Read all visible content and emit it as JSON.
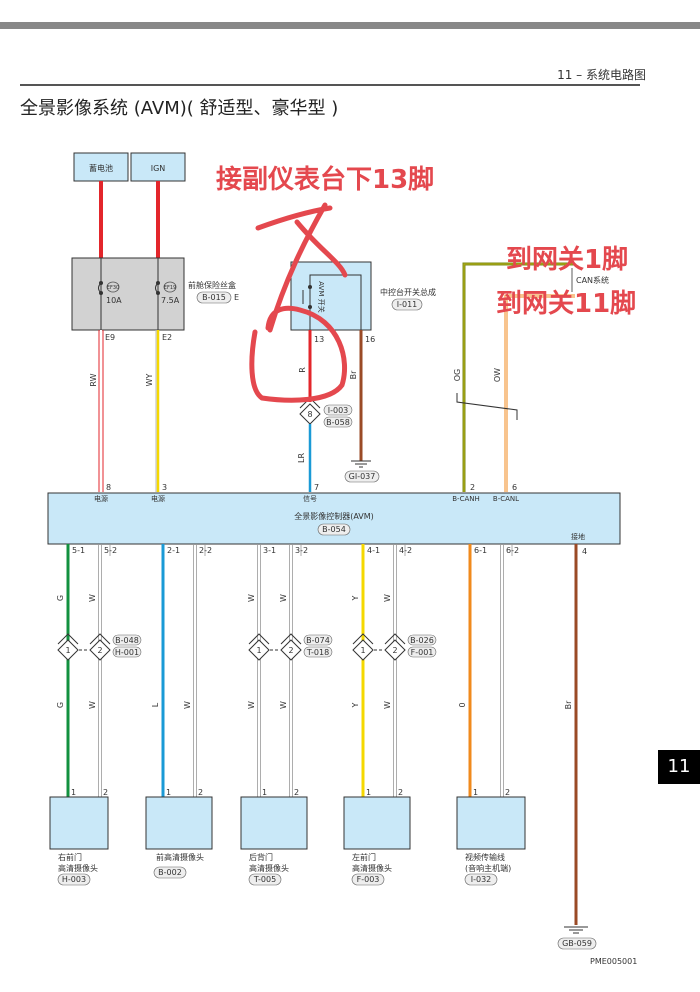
{
  "header": {
    "chapter": "11 – 系统电路图",
    "title": "全景影像系统 (AVM)( 舒适型、豪华型 )",
    "page_tab": "11",
    "doc_id": "PME005001"
  },
  "power": {
    "battery": "蓄电池",
    "ign": "IGN",
    "fuse_box": {
      "name": "前舱保险丝盒",
      "connector": "B-015",
      "suffix": "E"
    },
    "fuses": [
      {
        "id": "EF30",
        "rating": "10A",
        "pin": "E9",
        "wire": "RW",
        "ecu_pin": "8",
        "ecu_label": "电源"
      },
      {
        "id": "EF19",
        "rating": "7.5A",
        "pin": "E2",
        "wire": "WY",
        "ecu_pin": "3",
        "ecu_label": "电源"
      }
    ]
  },
  "switch": {
    "name": "中控台开关总成",
    "connector": "I-011",
    "inner_label": "AVM 开关",
    "pin_signal": "13",
    "pin_ground": "16",
    "wire_signal": "R",
    "wire_ground": "Br",
    "splice_num": "8",
    "splice_connectors": [
      "I-003",
      "B-058"
    ],
    "wire_after": "LR",
    "ecu_pin": "7",
    "ecu_label": "信号",
    "ground": "GI-037"
  },
  "can": {
    "system": "CAN系统",
    "wires": [
      {
        "color": "OG",
        "ecu_pin": "2",
        "label": "B-CANH"
      },
      {
        "color": "OW",
        "ecu_pin": "6",
        "label": "B-CANL"
      }
    ]
  },
  "ecu": {
    "name": "全景影像控制器(AVM)",
    "connector": "B-054",
    "ground_label": "接地",
    "ground_pin": "4",
    "ground_wire": "Br",
    "ground_conn": "GB-059"
  },
  "channels": [
    {
      "pins": [
        "5-1",
        "5-2"
      ],
      "wires_top": [
        "G",
        "W"
      ],
      "wires_bottom": [
        "G",
        "W"
      ],
      "splice": [
        "B-048",
        "H-001"
      ],
      "camera": [
        "右前门",
        "高清摄像头"
      ],
      "conn": "H-003"
    },
    {
      "pins": [
        "2-1",
        "2-2"
      ],
      "wires_top": [
        "",
        ""
      ],
      "wires_bottom": [
        "L",
        "W"
      ],
      "splice": null,
      "camera": [
        "前高清摄像头"
      ],
      "conn": "B-002"
    },
    {
      "pins": [
        "3-1",
        "3-2"
      ],
      "wires_top": [
        "W",
        "W"
      ],
      "wires_bottom": [
        "W",
        "W"
      ],
      "splice": [
        "B-074",
        "T-018"
      ],
      "camera": [
        "后背门",
        "高清摄像头"
      ],
      "conn": "T-005"
    },
    {
      "pins": [
        "4-1",
        "4-2"
      ],
      "wires_top": [
        "Y",
        "W"
      ],
      "wires_bottom": [
        "Y",
        "W"
      ],
      "splice": [
        "B-026",
        "F-001"
      ],
      "camera": [
        "左前门",
        "高清摄像头"
      ],
      "conn": "F-003"
    },
    {
      "pins": [
        "6-1",
        "6-2"
      ],
      "wires_top": [
        "",
        ""
      ],
      "wires_bottom": [
        "0",
        ""
      ],
      "splice": null,
      "camera": [
        "视频传输线",
        "(音响主机端)"
      ],
      "conn": "I-032"
    }
  ],
  "camera_pins": [
    "1",
    "2"
  ],
  "splice_nums": [
    "1",
    "2"
  ],
  "annotations": {
    "main": "接副仪表台下13脚",
    "can1": "到网关1脚",
    "can2": "到网关11脚"
  },
  "colors": {
    "red": "#e3262b",
    "yellow": "#f5d800",
    "blue": "#1a9ad6",
    "green": "#12913f",
    "orange": "#f08a1c",
    "brown": "#9a4a26",
    "olive": "#7a8a1a",
    "box_fill": "#c9e8f8",
    "fuse_fill": "#d2d2d2",
    "annotation": "#e4484e"
  }
}
